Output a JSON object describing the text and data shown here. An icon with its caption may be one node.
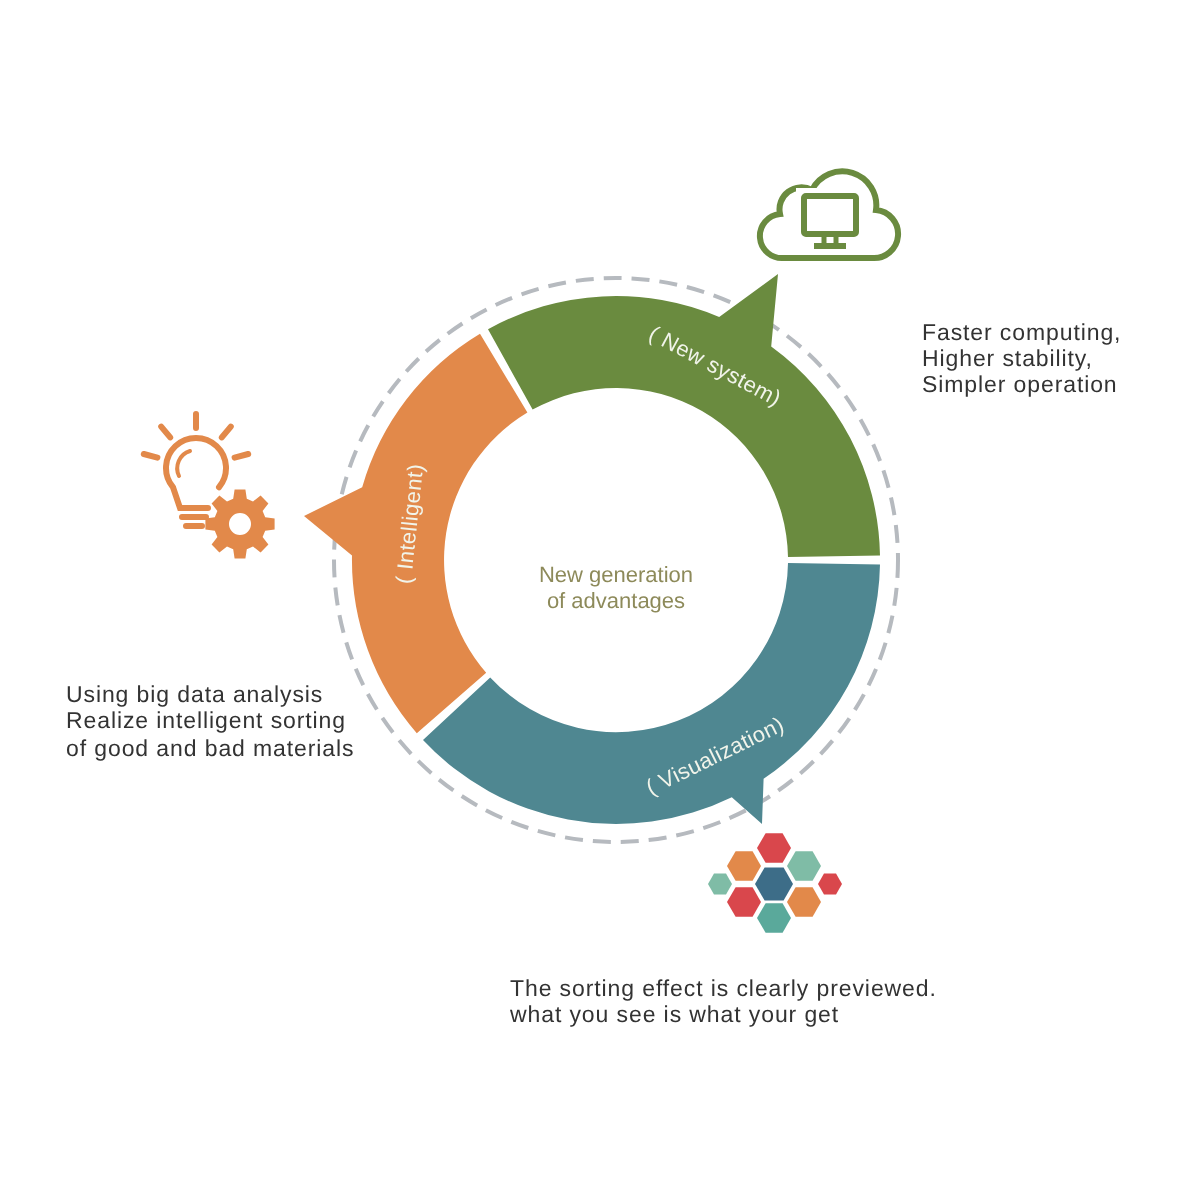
{
  "diagram": {
    "nodes": [
      {
        "text": [
          "( New system)"
        ]
      },
      {
        "text": [
          "( Intelligent)"
        ]
      },
      {
        "text": [
          "( Visualization)"
        ]
      }
    ],
    "labels": [
      "Faster computing, Higher stability, Simpler operation",
      "New generation of advantages",
      "Using big data analysis Realize intelligent sorting of good and bad materials",
      "The sorting effect is clearly previewed. what you see is what your get"
    ]
  }
}
